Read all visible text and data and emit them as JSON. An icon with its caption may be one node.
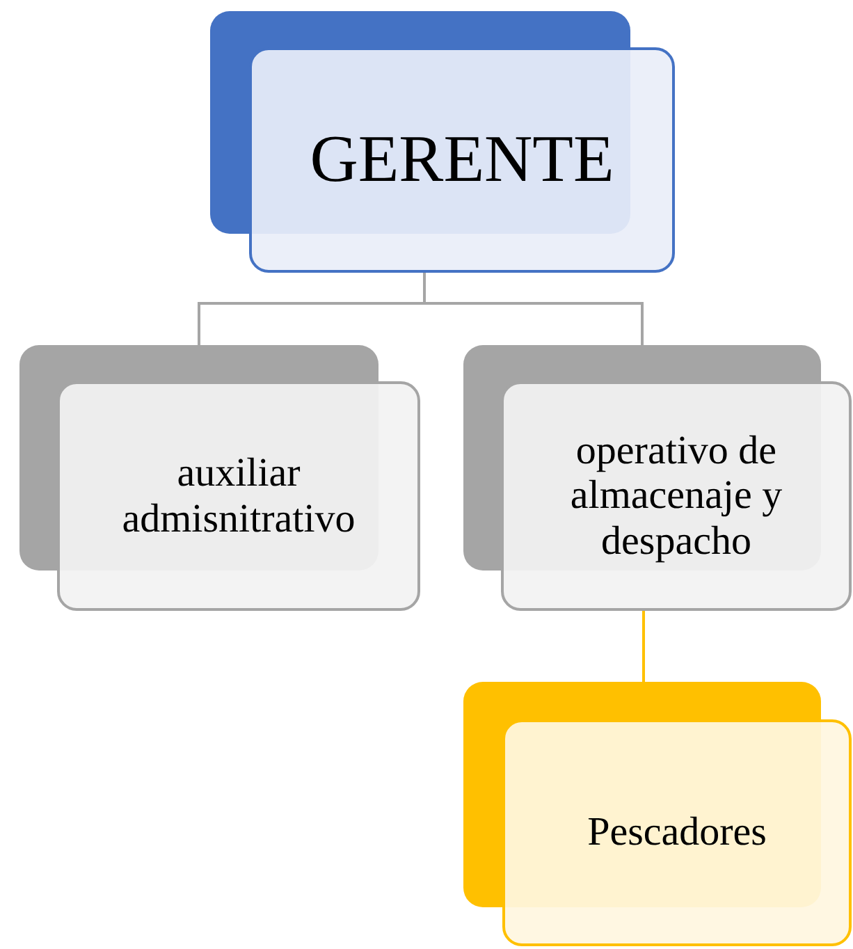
{
  "diagram": {
    "nodes": [
      {
        "text": [
          "GERENTE"
        ]
      },
      {
        "text": [
          "auxiliar admisnitrativo"
        ]
      },
      {
        "text": [
          "operativo de almacenaje y despacho"
        ]
      },
      {
        "text": [
          "Pescadores"
        ]
      }
    ],
    "edges": [
      {
        "from": 0,
        "to": 1,
        "arrow": "none"
      },
      {
        "from": 0,
        "to": 2,
        "arrow": "none"
      },
      {
        "from": 2,
        "to": 3,
        "arrow": "none",
        "color": "#ffc000"
      }
    ]
  }
}
